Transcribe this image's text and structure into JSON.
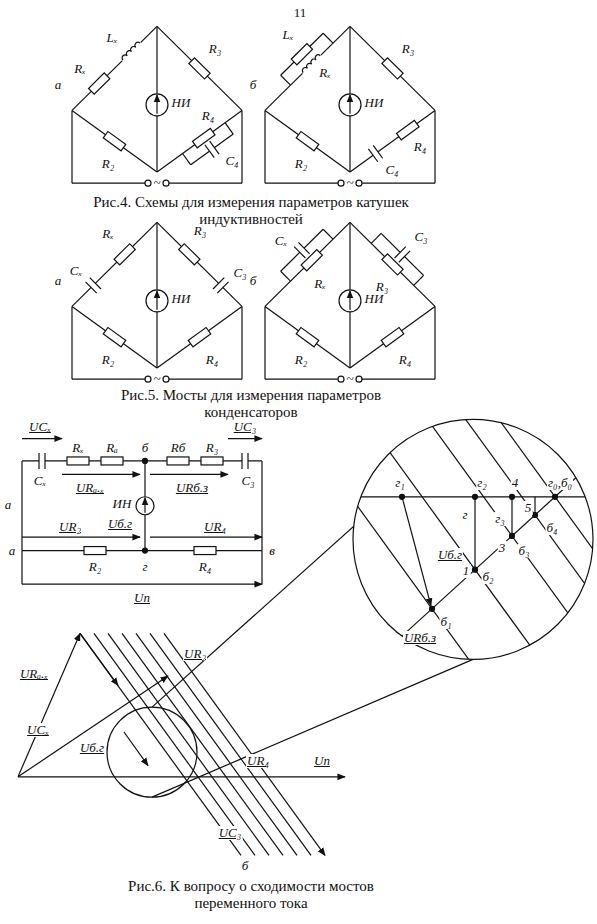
{
  "diagram": {
    "labels": [
      "11",
      "а",
      "Lₓ",
      "Rₓ",
      "R₃",
      "НИ",
      "R₂",
      "R₄",
      "C₄",
      "~",
      "б",
      "Lₓ",
      "Rₓ",
      "R₃",
      "НИ",
      "R₂",
      "C₄",
      "R₄",
      "~",
      "Рис.4. Схемы для измерения параметров катушек индуктивностей",
      "а",
      "Rₓ",
      "Cₓ",
      "R₃",
      "C₃",
      "НИ",
      "R₂",
      "R₄",
      "~",
      "б",
      "Cₓ",
      "Rₓ",
      "C₃",
      "R₃",
      "НИ",
      "R₂",
      "R₄",
      "~",
      "Рис.5. Мосты для измерения параметров конденсаторов",
      "а",
      "UCₓ",
      "Rₓ",
      "Rₐ",
      "б",
      "Rб",
      "R₃",
      "UC₃",
      "Cₓ",
      "C₃",
      "URₐ.ₓ",
      "ИН",
      "URб.з",
      "Uб.г",
      "UR₂",
      "UR₄",
      "а",
      "в",
      "R₂",
      "г",
      "R₄",
      "Uп",
      "URₐ.ₓ",
      "UR₂",
      "UCₓ",
      "Uб.г",
      "UR₄",
      "Uп",
      "UC₃",
      "б",
      "г₁",
      "г₂",
      "4",
      "г₀,б₀",
      "г",
      "г₃",
      "5",
      "б₄",
      "3",
      "б₃",
      "1",
      "б₂",
      "Uб.г",
      "б₁",
      "URб.з",
      "Рис.6. К вопросу о сходимости мостов переменного тока"
    ]
  }
}
